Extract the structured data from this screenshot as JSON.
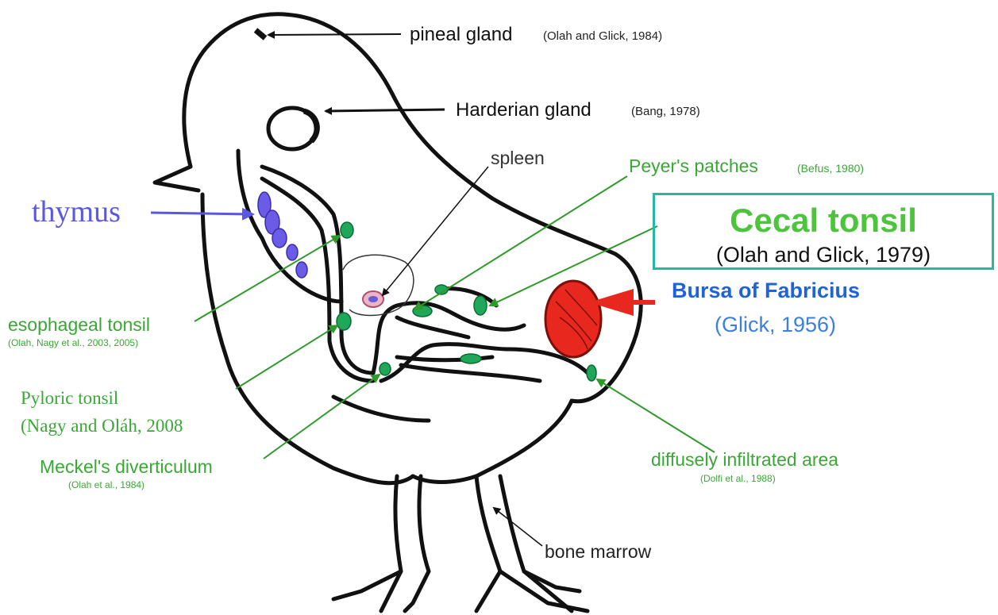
{
  "labels": {
    "pineal_main": "pineal gland",
    "pineal_cite": "(Olah and Glick, 1984)",
    "harderian_main": "Harderian gland",
    "harderian_cite": "(Bang, 1978)",
    "spleen": "spleen",
    "peyers_main": "Peyer's patches",
    "peyers_cite": "(Befus, 1980)",
    "thymus": "thymus",
    "cecal_title": "Cecal tonsil",
    "cecal_cite": "(Olah and Glick, 1979)",
    "bursa_main": "Bursa of Fabricius",
    "bursa_cite": "(Glick, 1956)",
    "esophageal_main": "esophageal tonsil",
    "esophageal_cite": "(Olah, Nagy et al., 2003, 2005)",
    "pyloric_main": "Pyloric tonsil",
    "pyloric_cite": "(Nagy and Oláh, 2008",
    "meckels_main": "Meckel's diverticulum",
    "meckels_cite": "(Olah et al., 1984)",
    "diffuse_main": "diffusely infiltrated area",
    "diffuse_cite": "(Dolfi et al., 1988)",
    "bone_marrow": "bone marrow"
  },
  "colors": {
    "outline": "#111111",
    "green_label": "#3aa835",
    "tissue_green": "#1fa85a",
    "thymus_blue": "#5858e6",
    "thymus_fill": "#6b5ce7",
    "bursa_red": "#e8271e",
    "bursa_title": "#1e64d8",
    "cecal_border": "#27b7a2",
    "cecal_title": "#4cc53c"
  }
}
